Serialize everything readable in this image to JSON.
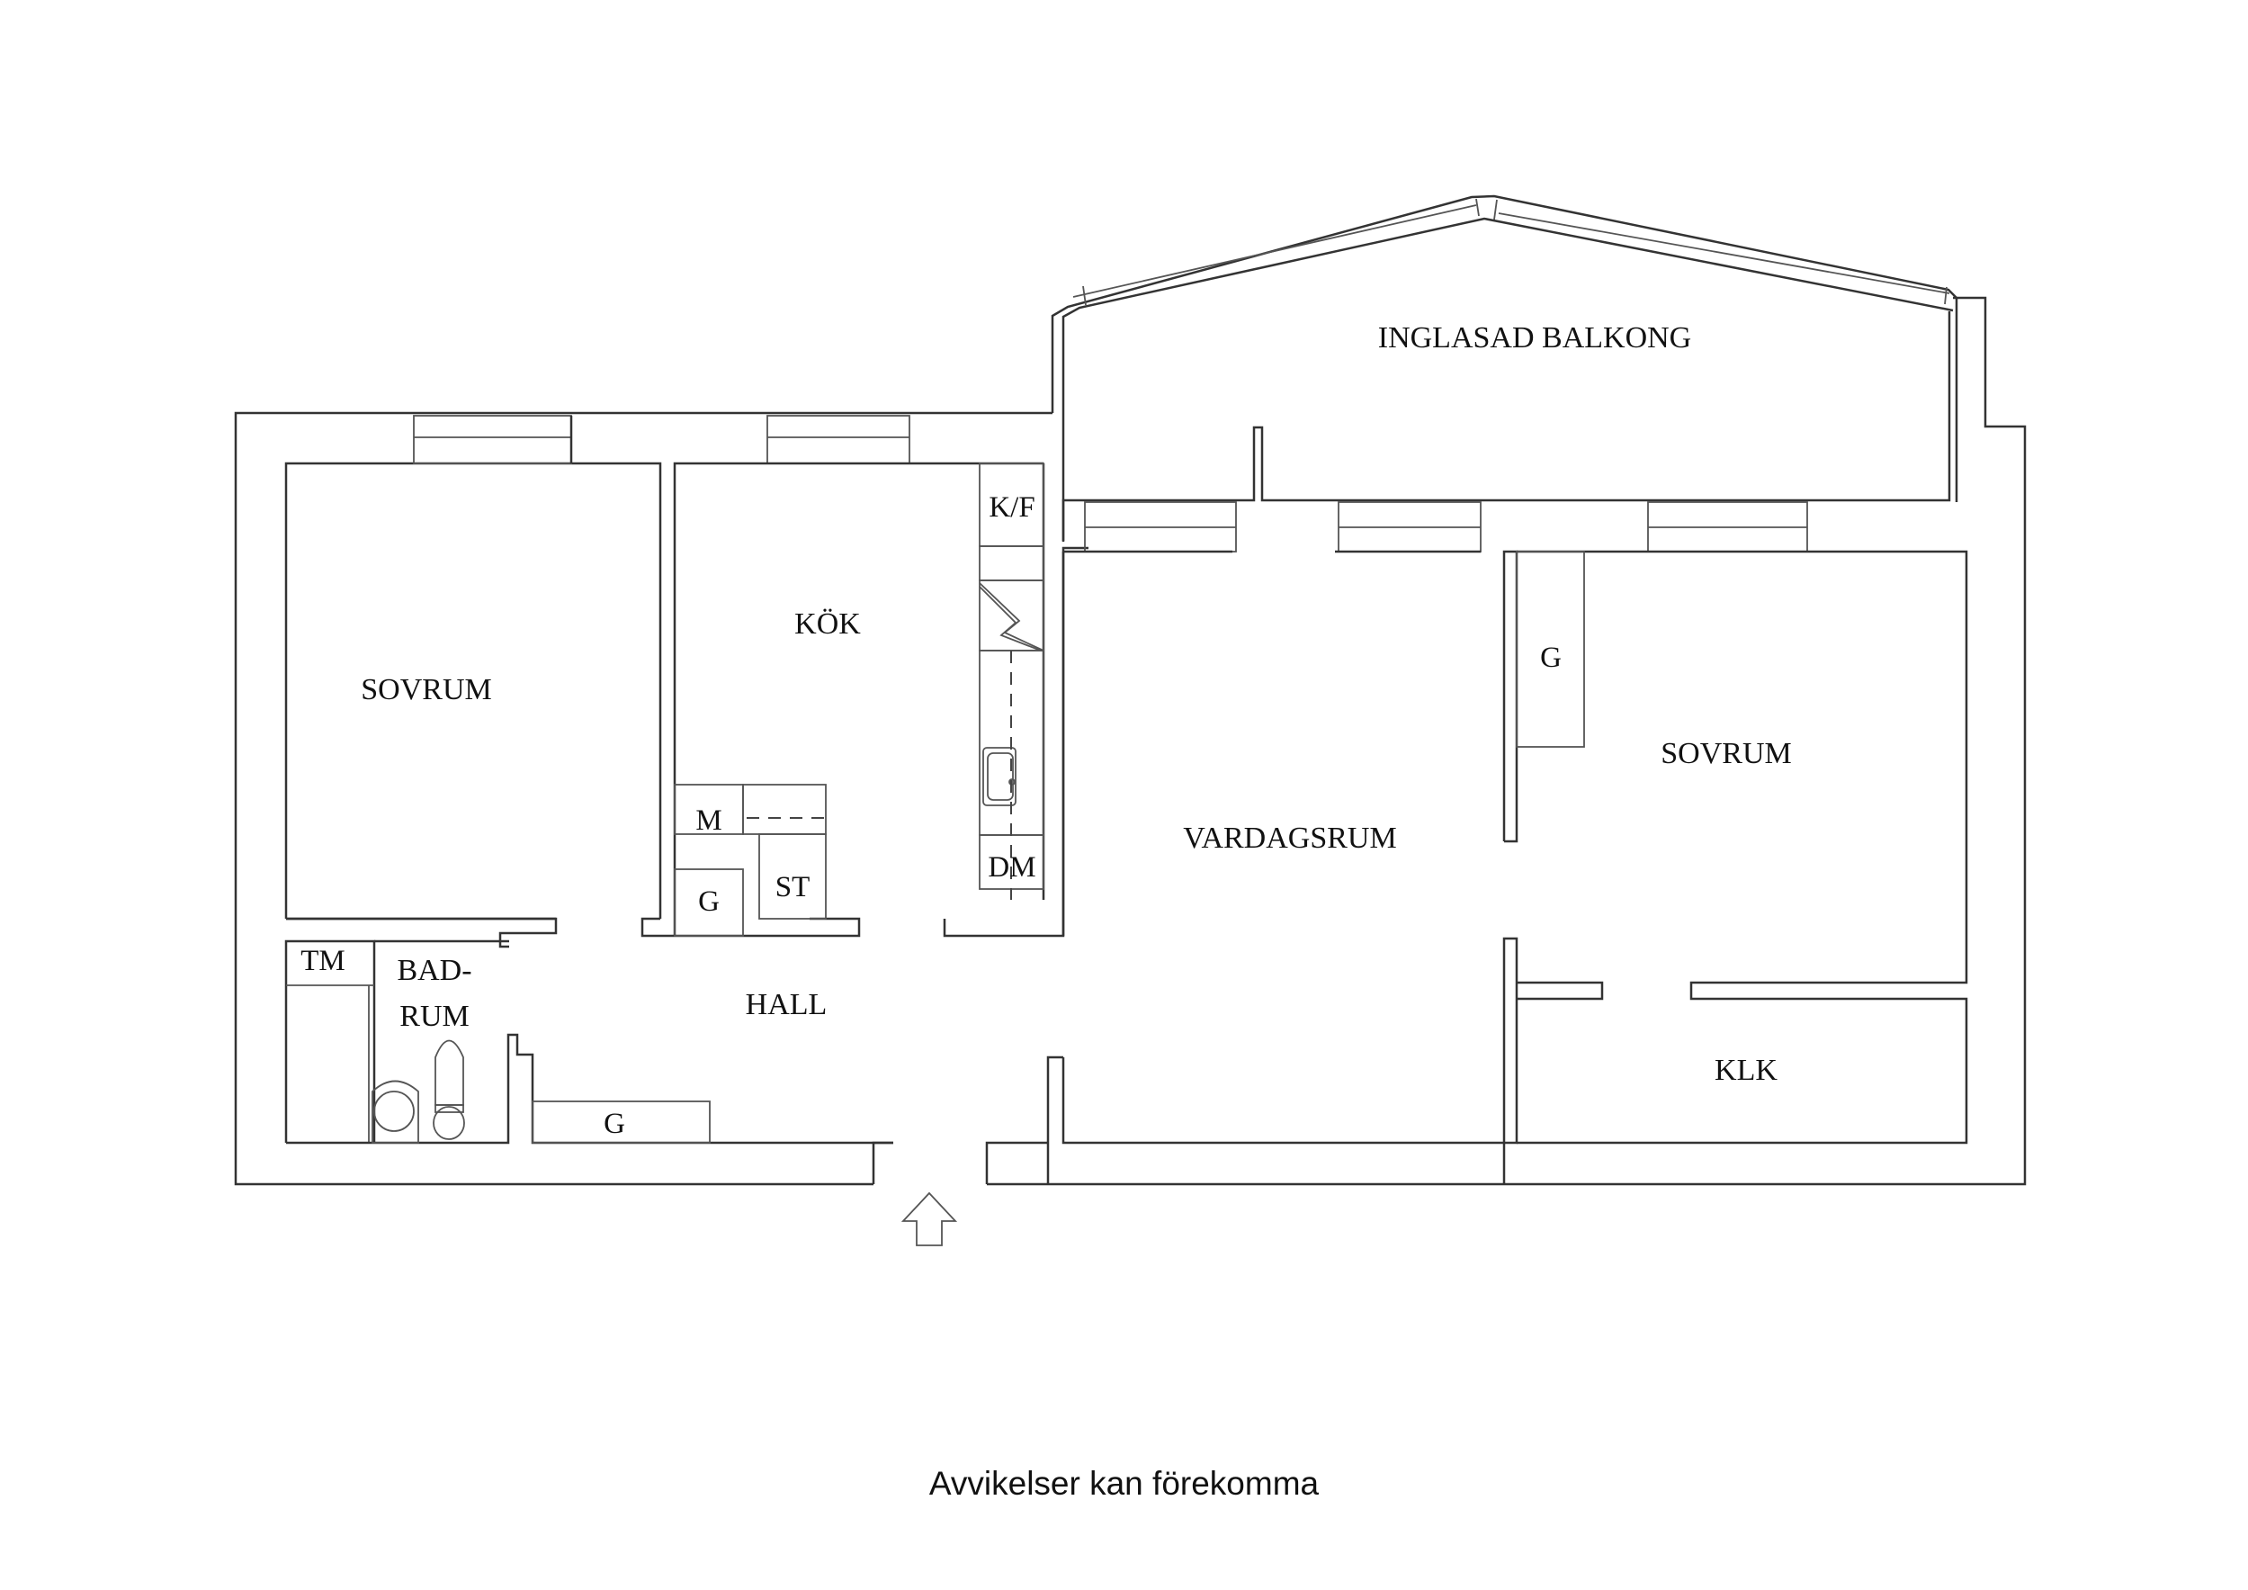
{
  "plan": {
    "rooms": {
      "balcony": "INGLASAD BALKONG",
      "bedroom_left": "SOVRUM",
      "kitchen": "KÖK",
      "living_room": "VARDAGSRUM",
      "bedroom_right": "SOVRUM",
      "hall": "HALL",
      "bathroom_line1": "BAD-",
      "bathroom_line2": "RUM",
      "walk_in_closet": "KLK"
    },
    "fixtures": {
      "fridge_freezer": "K/F",
      "dishwasher": "DM",
      "microwave": "M",
      "storage": "ST",
      "wardrobe_kitchen": "G",
      "wardrobe_hall": "G",
      "wardrobe_bedroom": "G",
      "washing_machine": "TM"
    },
    "entrance_icon": "arrow-up-icon"
  },
  "footer": {
    "disclaimer": "Avvikelser kan förekomma"
  }
}
